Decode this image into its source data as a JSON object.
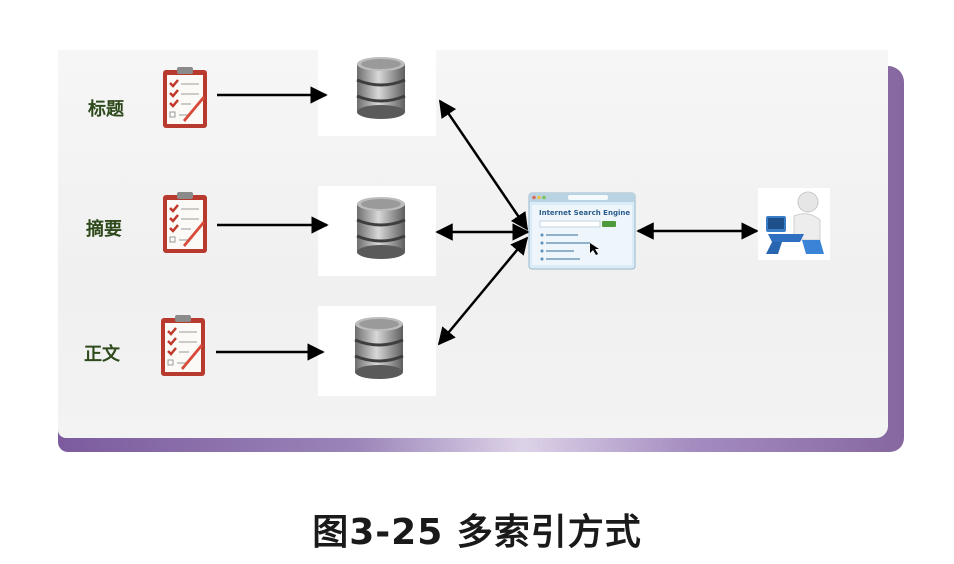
{
  "rows": [
    {
      "label": "标题"
    },
    {
      "label": "摘要"
    },
    {
      "label": "正文"
    }
  ],
  "caption": "图3-25 多索引方式",
  "engine_title": "Internet Search Engine",
  "icons": [
    "checklist-icon",
    "database-icon",
    "search-engine-window-icon",
    "user-at-computer-icon"
  ],
  "colors": {
    "border_purple": "#8a6aa8",
    "label_green": "#2f4a1c",
    "doc_red": "#c0392b"
  }
}
